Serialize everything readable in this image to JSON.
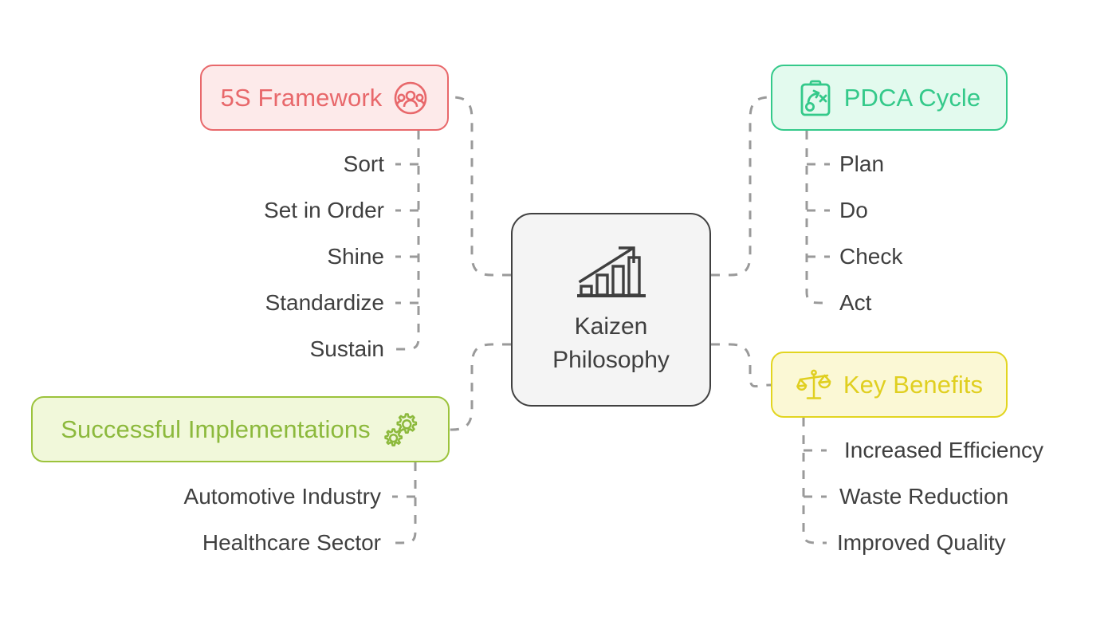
{
  "diagram": {
    "title": "Kaizen Philosophy Mind Map",
    "background_color": "#ffffff",
    "connector_color": "#9a9a9a"
  },
  "center": {
    "line1": "Kaizen",
    "line2": "Philosophy",
    "icon": "growth-bar-chart-arrow-icon",
    "fill": "#f4f4f4",
    "border": "#404040",
    "text_color": "#3f3f3f"
  },
  "branches": [
    {
      "id": "5s",
      "label": "5S Framework",
      "icon": "people-group-circle-icon",
      "icon_side": "right",
      "fill": "#fdeaea",
      "border": "#e8686b",
      "text_color": "#e8686b",
      "side": "left",
      "children": [
        "Sort",
        "Set in Order",
        "Shine",
        "Standardize",
        "Sustain"
      ]
    },
    {
      "id": "pdca",
      "label": "PDCA Cycle",
      "icon": "clipboard-strategy-icon",
      "icon_side": "left",
      "fill": "#e3faee",
      "border": "#34c98a",
      "text_color": "#34c98a",
      "side": "right",
      "children": [
        "Plan",
        "Do",
        "Check",
        "Act"
      ]
    },
    {
      "id": "implementations",
      "label": "Successful Implementations",
      "icon": "gears-icon",
      "icon_side": "right",
      "fill": "#f1f8da",
      "border": "#9cc33c",
      "text_color": "#8cb93c",
      "side": "left",
      "children": [
        "Automotive Industry",
        "Healthcare Sector"
      ]
    },
    {
      "id": "benefits",
      "label": "Key Benefits",
      "icon": "balance-scales-icon",
      "icon_side": "left",
      "fill": "#fbf8d5",
      "border": "#e2d520",
      "text_color": "#e0cf20",
      "side": "right",
      "children": [
        "Increased Efficiency",
        "Waste Reduction",
        "Improved Quality"
      ]
    }
  ]
}
